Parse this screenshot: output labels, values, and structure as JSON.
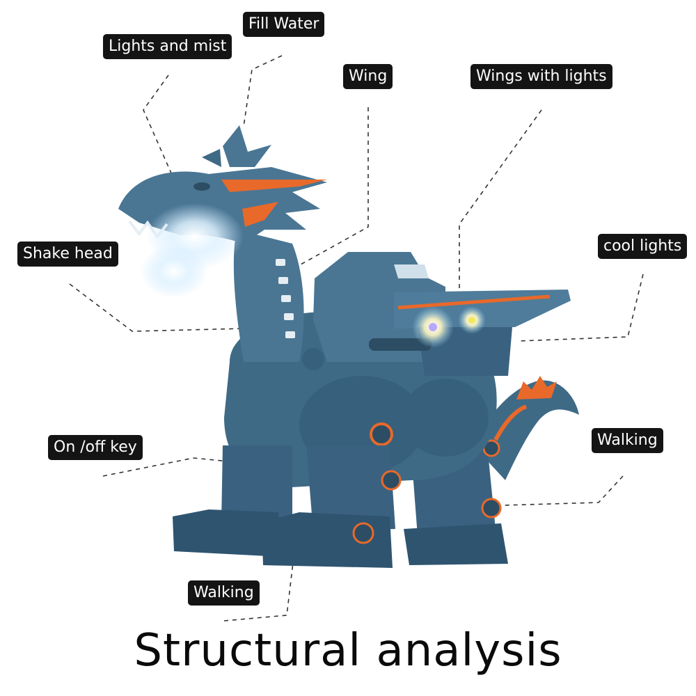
{
  "title": "Structural analysis",
  "labels": {
    "fill_water": "Fill Water",
    "lights_and_mist": "Lights and mist",
    "wing": "Wing",
    "wings_with_lights": "Wings with lights",
    "shake_head": "Shake head",
    "cool_lights": "cool lights",
    "on_off_key": "On /off key",
    "walking_right": "Walking",
    "walking_bottom": "Walking"
  },
  "colors": {
    "label_background": "#141414",
    "label_text": "#ffffff",
    "dragon_body": "#3f6a86",
    "dragon_shadow": "#2c4d63",
    "dragon_accent": "#e8692a"
  }
}
